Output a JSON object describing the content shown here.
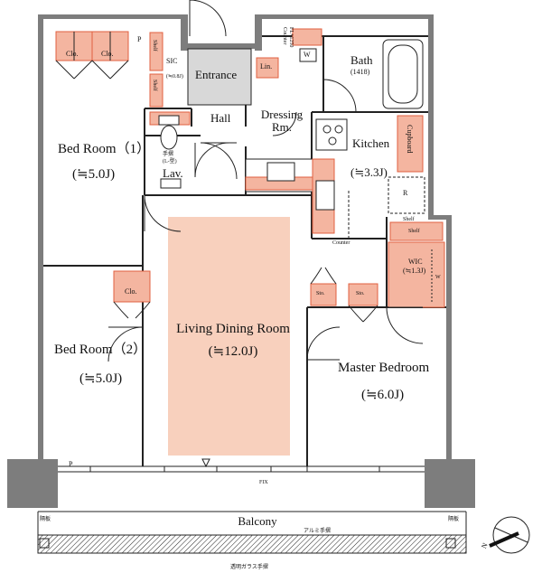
{
  "rooms": {
    "bed1_name": "Bed Room（1）",
    "bed1_size": "(≒5.0J)",
    "bed2_name": "Bed Room（2）",
    "bed2_size": "(≒5.0J)",
    "living_name": "Living Dining Room",
    "living_size": "(≒12.0J)",
    "master_name": "Master Bedroom",
    "master_size": "(≒6.0J)",
    "entrance": "Entrance",
    "hall": "Hall",
    "lav": "Lav.",
    "dressing_line1": "Dressing",
    "dressing_line2": "Rm.",
    "bath_name": "Bath",
    "bath_size": "(1418)",
    "kitchen_name": "Kitchen",
    "kitchen_size": "(≒3.3J)",
    "wic_name": "WIC",
    "wic_size": "(≒1.3J)",
    "balcony": "Balcony"
  },
  "fixtures": {
    "clo_1": "Clo.",
    "clo_2": "Clo.",
    "clo_3": "Clo.",
    "sic": "SIC",
    "sic_size": "(≒0.8J)",
    "shelf_sic": "Shelf",
    "shelf_hall": "Shelf",
    "lin": "Lin.",
    "counter_dressing": "Counter",
    "counter_dressing_h": "FL+1250",
    "w_dressing": "W",
    "cupboard": "Cupboard",
    "r": "R",
    "counter_kitchen": "Counter",
    "shelf_wic_top": "Shelf",
    "shelf_wic": "Shelf",
    "w_wic": "W",
    "sto_1": "Sto.",
    "sto_2": "Sto.",
    "p_top": "P",
    "p_bottom": "P",
    "handrail_lav": "手摺",
    "handrail_lav_note": "(L-型)",
    "fix": "FIX",
    "aluminum_rail": "アルミ手摺",
    "glass_rail": "透明ガラス手摺",
    "partition_left": "隔板",
    "partition_right": "隔板"
  },
  "colors": {
    "wall": "#7d7d7d",
    "storage": "#f4b5a0",
    "storage_edge": "#e06040",
    "living_area": "#f8d0bd",
    "entrance_floor": "#d8d8d8",
    "line": "#222222"
  },
  "compass": {
    "north_label": "N"
  }
}
